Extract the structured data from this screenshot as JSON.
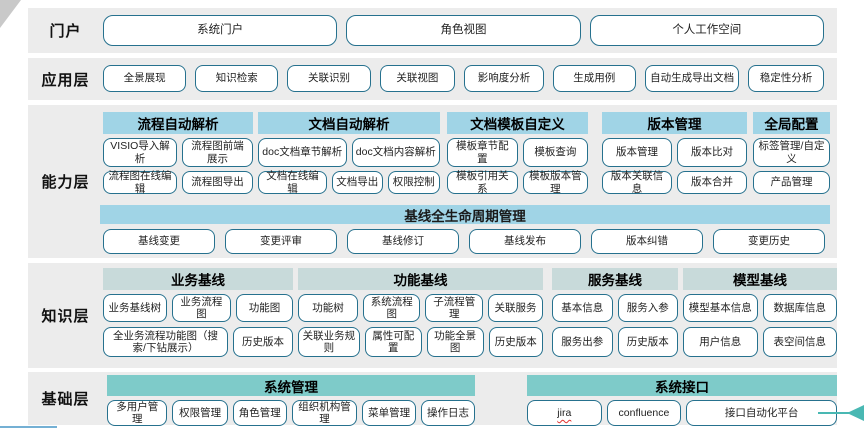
{
  "colors": {
    "row_bg": "#ececec",
    "capability_header_bg": "#a0d4e6",
    "knowledge_header_bg": "#c8dada",
    "base_header_bg": "#7ecbc9",
    "button_border": "#26718e",
    "arrow_accent": "#49b8b3",
    "bottom_edge_line": "#74b0d4",
    "corner_fold": "#c9c9c9"
  },
  "layers": {
    "portal": {
      "label": "门户",
      "items": [
        "系统门户",
        "角色视图",
        "个人工作空间"
      ]
    },
    "app": {
      "label": "应用层",
      "items": [
        "全景展现",
        "知识检索",
        "关联识别",
        "关联视图",
        "影响度分析",
        "生成用例",
        "自动生成导出文档",
        "稳定性分析"
      ]
    },
    "capability": {
      "label": "能力层",
      "groups": [
        {
          "title": "流程自动解析",
          "rows": [
            [
              "VISIO导入解析",
              "流程图前端展示"
            ],
            [
              "流程图在线编辑",
              "流程图导出"
            ]
          ]
        },
        {
          "title": "文档自动解析",
          "rows": [
            [
              "doc文档章节解析",
              "doc文档内容解析"
            ],
            [
              "文档在线编辑",
              "文档导出",
              "权限控制"
            ]
          ]
        },
        {
          "title": "文档模板自定义",
          "rows": [
            [
              "模板章节配置",
              "模板查询"
            ],
            [
              "模板引用关系",
              "模板版本管理"
            ]
          ]
        },
        {
          "title": "版本管理",
          "rows": [
            [
              "版本管理",
              "版本比对"
            ],
            [
              "版本关联信息",
              "版本合并"
            ]
          ]
        },
        {
          "title": "全局配置",
          "rows": [
            [
              "标签管理/自定义"
            ],
            [
              "产品管理"
            ]
          ]
        }
      ],
      "baseline": {
        "title": "基线全生命周期管理",
        "items": [
          "基线变更",
          "变更评审",
          "基线修订",
          "基线发布",
          "版本纠错",
          "变更历史"
        ]
      }
    },
    "knowledge": {
      "label": "知识层",
      "groups": [
        {
          "title": "业务基线",
          "rows": [
            [
              "业务基线树",
              "业务流程图",
              "功能图"
            ],
            [
              "全业务流程功能图（搜索/下钻展示）",
              "历史版本"
            ]
          ]
        },
        {
          "title": "功能基线",
          "rows": [
            [
              "功能树",
              "系统流程图",
              "子流程管理",
              "关联服务"
            ],
            [
              "关联业务规则",
              "属性可配置",
              "功能全景图",
              "历史版本"
            ]
          ]
        },
        {
          "title": "服务基线",
          "rows": [
            [
              "基本信息",
              "服务入参"
            ],
            [
              "服务出参",
              "历史版本"
            ]
          ]
        },
        {
          "title": "模型基线",
          "rows": [
            [
              "模型基本信息",
              "数据库信息"
            ],
            [
              "用户信息",
              "表空间信息"
            ]
          ]
        }
      ]
    },
    "base": {
      "label": "基础层",
      "groups": [
        {
          "title": "系统管理",
          "items": [
            "多用户管理",
            "权限管理",
            "角色管理",
            "组织机构管理",
            "菜单管理",
            "操作日志"
          ]
        },
        {
          "title": "系统接口",
          "items": [
            "jira",
            "confluence",
            "接口自动化平台"
          ]
        }
      ]
    }
  }
}
